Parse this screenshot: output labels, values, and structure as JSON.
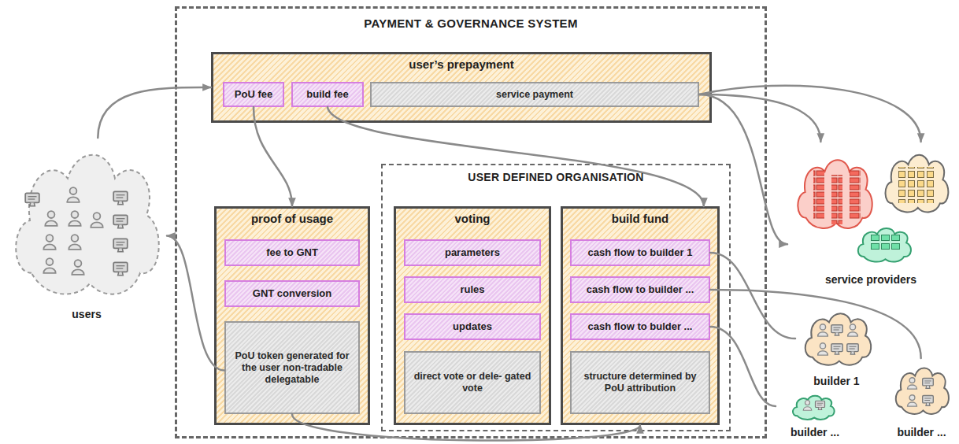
{
  "diagram": {
    "nodes": [
      {
        "text": [
          "PAYMENT & GOVERNANCE SYSTEM"
        ]
      },
      {
        "text": [
          "user’s prepayment"
        ],
        "in": 0
      },
      {
        "text": [
          "PoU fee"
        ],
        "in": 1
      },
      {
        "text": [
          "build fee"
        ],
        "in": 1
      },
      {
        "text": [
          "service payment"
        ],
        "in": 1
      },
      {
        "text": [
          "proof of usage"
        ],
        "in": 0
      },
      {
        "text": [
          "fee to GNT"
        ],
        "in": 5
      },
      {
        "text": [
          "GNT conversion"
        ],
        "in": 5
      },
      {
        "text": [
          "PoU token generated for the user non-tradable delegatable"
        ],
        "in": 5
      },
      {
        "text": [
          "USER DEFINED ORGANISATION"
        ],
        "in": 0
      },
      {
        "text": [
          "voting"
        ],
        "in": 9
      },
      {
        "text": [
          "parameters"
        ],
        "in": 10
      },
      {
        "text": [
          "rules"
        ],
        "in": 10
      },
      {
        "text": [
          "updates"
        ],
        "in": 10
      },
      {
        "text": [
          "direct vote or dele- gated vote"
        ],
        "in": 10
      },
      {
        "text": [
          "build fund"
        ],
        "in": 9
      },
      {
        "text": [
          "cash flow to builder 1"
        ],
        "in": 15
      },
      {
        "text": [
          "cash flow to builder ..."
        ],
        "in": 15
      },
      {
        "text": [
          "cash flow to bulder ..."
        ],
        "in": 15
      },
      {
        "text": [
          "structure determined by PoU attribution"
        ],
        "in": 15
      },
      {
        "text": [
          "users"
        ]
      },
      {
        "text": [
          "service providers"
        ]
      },
      {
        "text": [
          "builder 1"
        ]
      },
      {
        "text": [
          "builder ..."
        ]
      },
      {
        "text": [
          "builder ..."
        ]
      }
    ],
    "edges": [
      {
        "from": 20,
        "to": 1,
        "arrow": "to"
      },
      {
        "from": 8,
        "to": 20,
        "arrow": "to"
      },
      {
        "from": 2,
        "to": 5,
        "arrow": "to"
      },
      {
        "from": 3,
        "to": 15,
        "arrow": "to"
      },
      {
        "from": 4,
        "to": 21,
        "arrow": "to"
      },
      {
        "from": 4,
        "to": 21,
        "arrow": "to"
      },
      {
        "from": 4,
        "to": 21,
        "arrow": "to"
      },
      {
        "from": 16,
        "to": 22,
        "arrow": "none"
      },
      {
        "from": 17,
        "to": 24,
        "arrow": "none"
      },
      {
        "from": 18,
        "to": 23,
        "arrow": "none"
      },
      {
        "from": 8,
        "to": 15,
        "arrow": "to"
      }
    ]
  }
}
